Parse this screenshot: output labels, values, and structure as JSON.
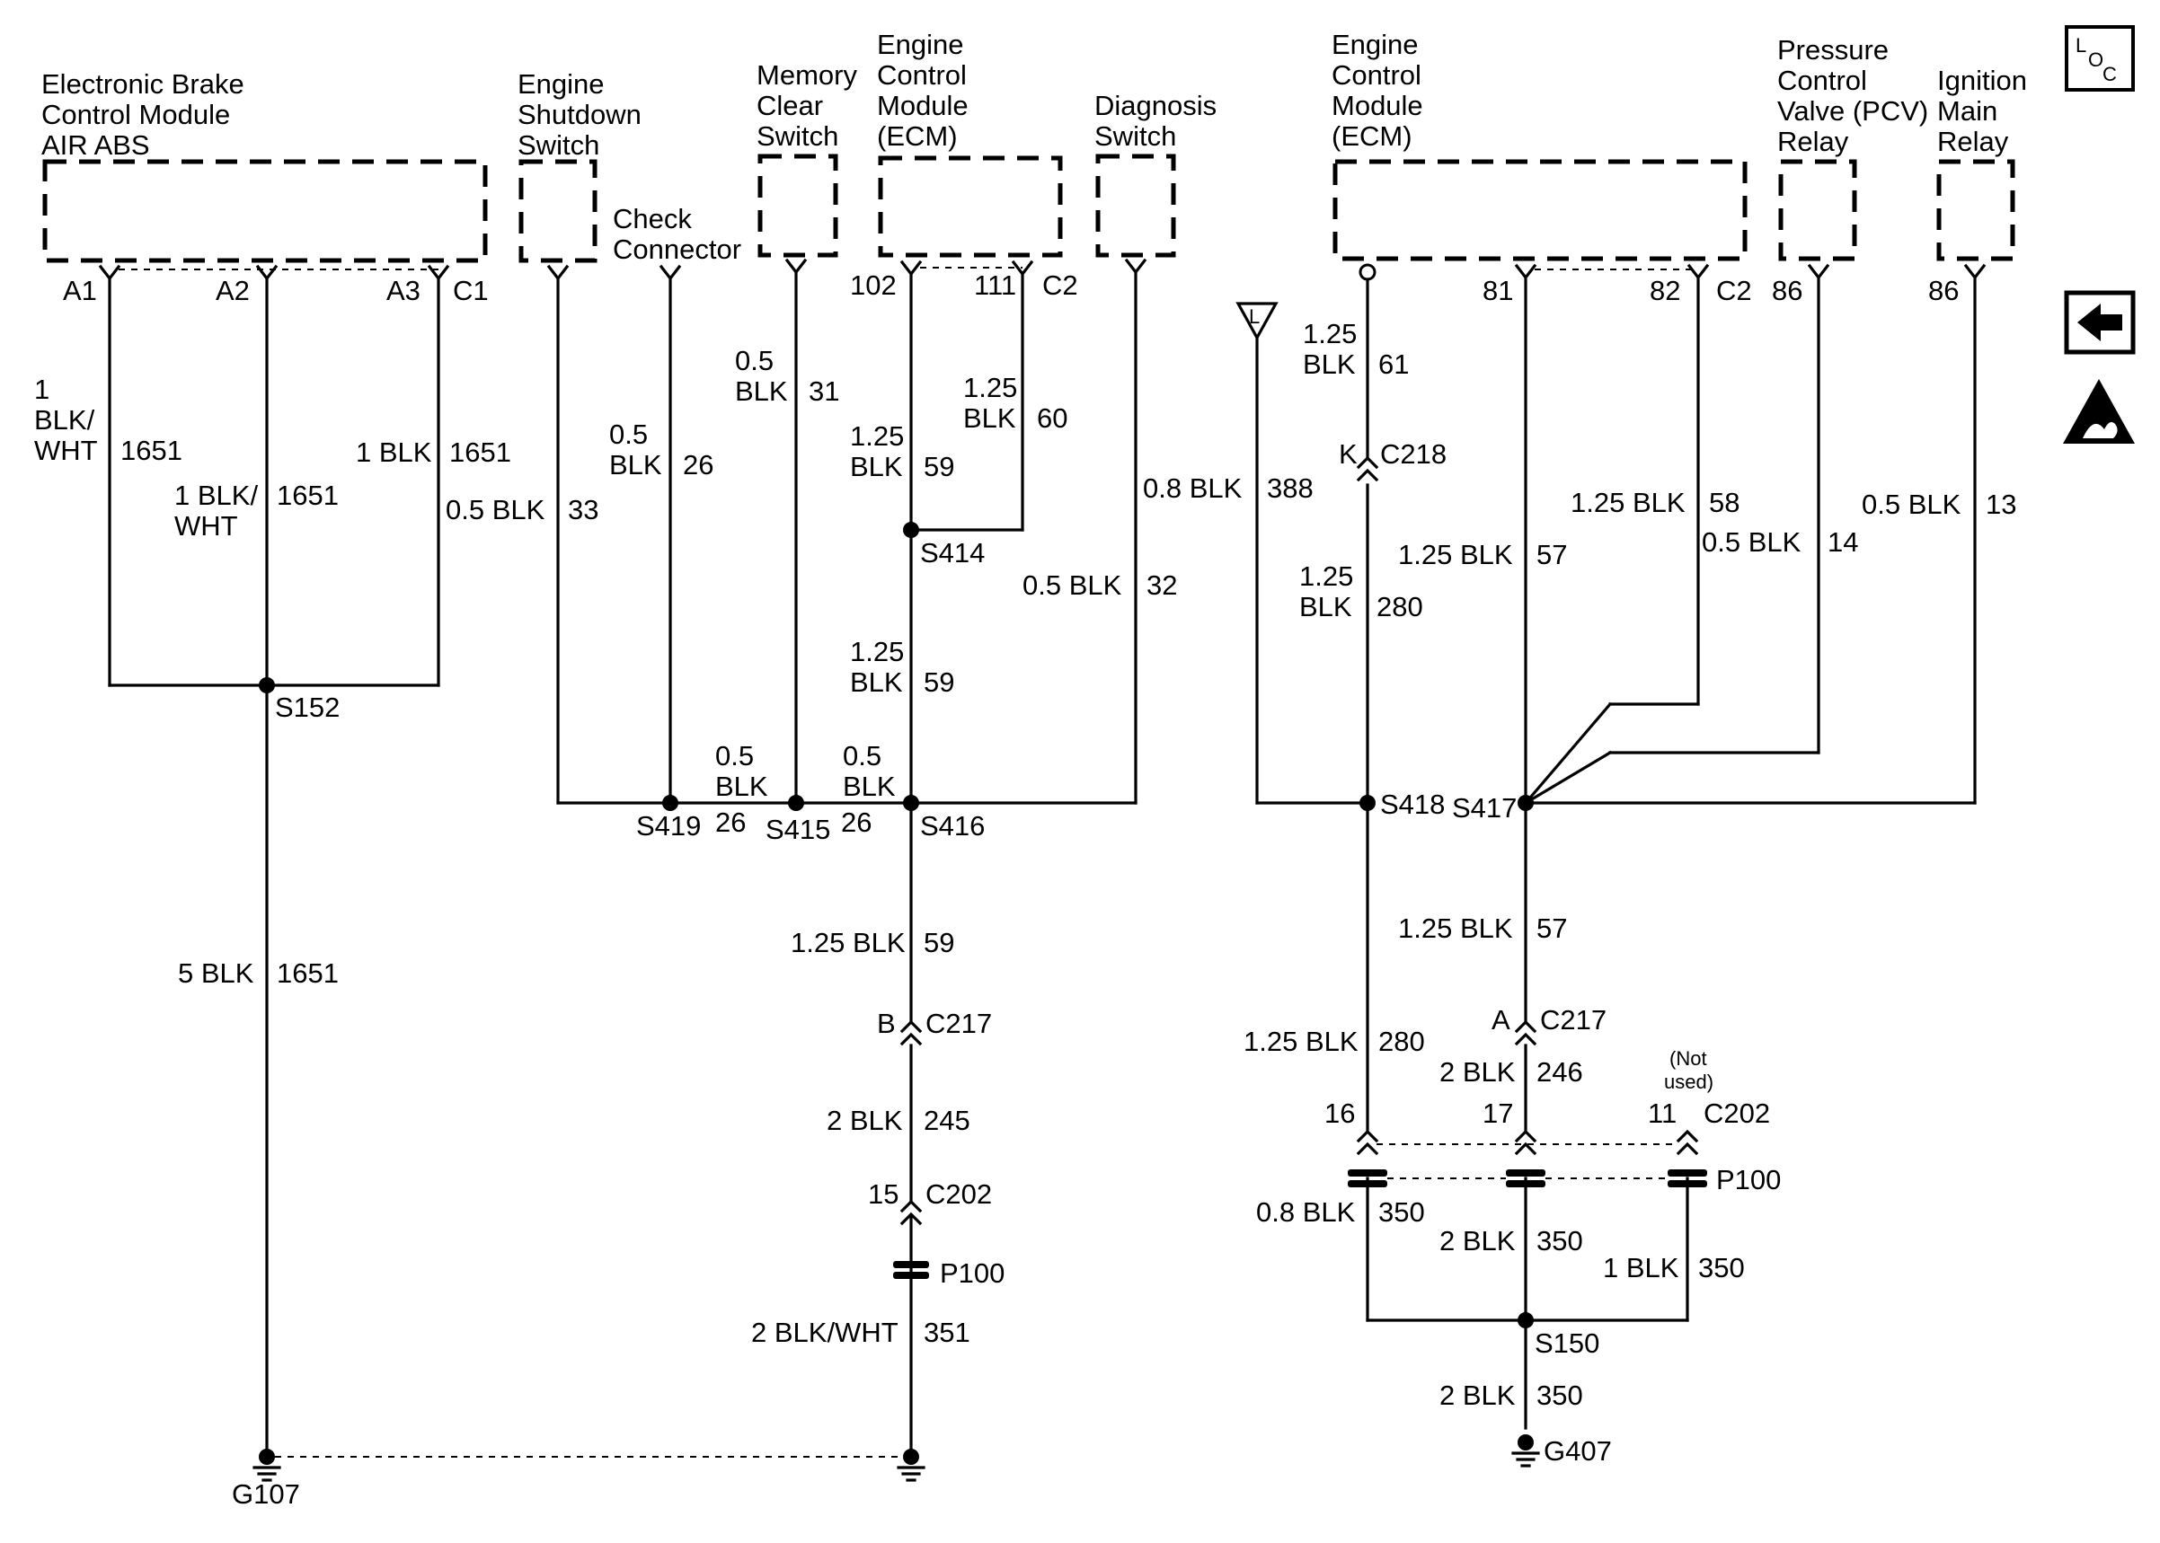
{
  "components": {
    "ebcm": [
      "Electronic Brake",
      "Control Module",
      "AIR ABS"
    ],
    "shutdown": [
      "Engine",
      "Shutdown",
      "Switch"
    ],
    "check_connector": [
      "Check",
      "Connector"
    ],
    "memory": [
      "Memory",
      "Clear",
      "Switch"
    ],
    "ecm_left": [
      "Engine",
      "Control",
      "Module",
      "(ECM)"
    ],
    "diagnosis": [
      "Diagnosis",
      "Switch"
    ],
    "ecm_right": [
      "Engine",
      "Control",
      "Module",
      "(ECM)"
    ],
    "pcv": [
      "Pressure",
      "Control",
      "Valve (PCV)",
      "Relay"
    ],
    "ignition": [
      "Ignition",
      "Main",
      "Relay"
    ]
  },
  "pins": {
    "a1": "A1",
    "a2": "A2",
    "a3": "A3",
    "c1": "C1",
    "p102": "102",
    "p111": "111",
    "c2_left": "C2",
    "p81": "81",
    "p82": "82",
    "c2_right": "C2",
    "p86_pcv": "86",
    "p86_ign": "86"
  },
  "wires": {
    "w1651_a1_size": [
      "1",
      "BLK/",
      "WHT"
    ],
    "w1651_a1_circuit": "1651",
    "w1651_a2_size": [
      "1 BLK/",
      "WHT"
    ],
    "w1651_a2_circuit": "1651",
    "w1651_a3_size": "1 BLK",
    "w1651_a3_circuit": "1651",
    "w33_size": "0.5 BLK",
    "w33_circuit": "33",
    "w26_size": [
      "0.5",
      "BLK"
    ],
    "w26_circuit": "26",
    "w31_size": [
      "0.5",
      "BLK"
    ],
    "w31_circuit": "31",
    "w60_size": [
      "1.25",
      "BLK"
    ],
    "w60_circuit": "60",
    "w59a_size": [
      "1.25",
      "BLK"
    ],
    "w59a_circuit": "59",
    "w59b_size": [
      "1.25",
      "BLK"
    ],
    "w59b_circuit": "59",
    "w32_size": "0.5 BLK",
    "w32_circuit": "32",
    "w26b_size": [
      "0.5",
      "BLK"
    ],
    "w26b_circuit": "26",
    "w26c_size": [
      "0.5",
      "BLK"
    ],
    "w26c_circuit": "26",
    "w59c_size": "1.25 BLK",
    "w59c_circuit": "59",
    "w245_size": "2 BLK",
    "w245_circuit": "245",
    "w351_size": "2 BLK/WHT",
    "w351_circuit": "351",
    "w1651_main_size": "5 BLK",
    "w1651_main_circuit": "1651",
    "w388_size": "0.8 BLK",
    "w388_circuit": "388",
    "w61_size": [
      "1.25",
      "BLK"
    ],
    "w61_circuit": "61",
    "w280a_size": [
      "1.25",
      "BLK"
    ],
    "w280a_circuit": "280",
    "w57a_size": "1.25 BLK",
    "w57a_circuit": "57",
    "w58_size": "1.25 BLK",
    "w58_circuit": "58",
    "w14_size": "0.5 BLK",
    "w14_circuit": "14",
    "w13_size": "0.5 BLK",
    "w13_circuit": "13",
    "w57b_size": "1.25 BLK",
    "w57b_circuit": "57",
    "w280b_size": "1.25 BLK",
    "w280b_circuit": "280",
    "w246_size": "2 BLK",
    "w246_circuit": "246",
    "w350a_size": "0.8 BLK",
    "w350a_circuit": "350",
    "w350b_size": "2 BLK",
    "w350b_circuit": "350",
    "w350c_size": "1 BLK",
    "w350c_circuit": "350",
    "w350d_size": "2 BLK",
    "w350d_circuit": "350"
  },
  "splices": {
    "s152": "S152",
    "s414": "S414",
    "s419": "S419",
    "s415": "S415",
    "s416": "S416",
    "s418": "S418",
    "s417": "S417",
    "s150": "S150"
  },
  "connectors": {
    "c218_cavity": "K",
    "c218": "C218",
    "c217_left_cavity": "B",
    "c217_left": "C217",
    "c202_left_cavity": "15",
    "c202_left": "C202",
    "p100_left": "P100",
    "c217_right_cavity": "A",
    "c217_right": "C217",
    "c202_cav16": "16",
    "c202_cav17": "17",
    "c202_cav11": "11",
    "c202_right": "C202",
    "not_used": [
      "(Not",
      "used)"
    ],
    "p100_right": "P100"
  },
  "grounds": {
    "g107": "G107",
    "g407": "G407"
  },
  "indicator_letter": "L",
  "icons": {
    "loc": {
      "l": "L",
      "o": "O",
      "c": "C",
      "name": "component-locator-icon"
    },
    "back": "back-arrow-icon",
    "esd": "electrostatic-discharge-icon"
  }
}
